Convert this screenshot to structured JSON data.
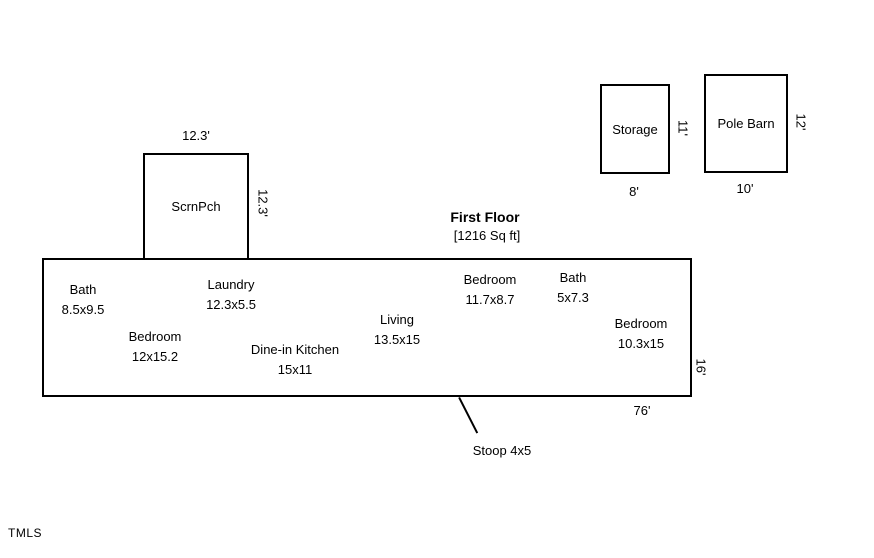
{
  "floor": {
    "title": "First Floor",
    "subtitle": "[1216 Sq ft]",
    "width_label": "76'",
    "height_label": "16'",
    "rooms": [
      {
        "name": "Bath",
        "dims": "8.5x9.5"
      },
      {
        "name": "Laundry",
        "dims": "12.3x5.5"
      },
      {
        "name": "Bedroom",
        "dims": "12x15.2"
      },
      {
        "name": "Dine-in Kitchen",
        "dims": "15x11"
      },
      {
        "name": "Living",
        "dims": "13.5x15"
      },
      {
        "name": "Bedroom",
        "dims": "11.7x8.7"
      },
      {
        "name": "Bath",
        "dims": "5x7.3"
      },
      {
        "name": "Bedroom",
        "dims": "10.3x15"
      }
    ],
    "stoop_label": "Stoop 4x5"
  },
  "screen_porch": {
    "label": "ScrnPch",
    "width_label": "12.3'",
    "height_label": "12.3'"
  },
  "storage": {
    "label": "Storage",
    "width_label": "8'",
    "height_label": "11'"
  },
  "pole_barn": {
    "label": "Pole Barn",
    "width_label": "10'",
    "height_label": "12'"
  },
  "meta": {
    "watermark": "TMLS"
  }
}
